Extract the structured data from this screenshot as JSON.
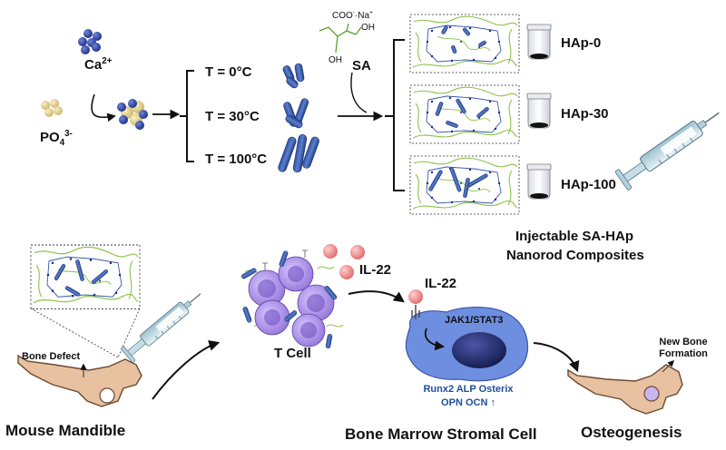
{
  "reagents": {
    "calcium": "Ca",
    "calcium_charge": "2+",
    "phosphate": "PO",
    "phosphate_sub": "4",
    "phosphate_charge": "3-",
    "sa_formula_top": "COO",
    "sa_formula_ion": "Na",
    "sa_oh1": "OH",
    "sa_oh2": "OH",
    "sa_label": "SA"
  },
  "temperatures": [
    "T = 0°C",
    "T = 30°C",
    "T = 100°C"
  ],
  "composites": [
    "HAp-0",
    "HAp-30",
    "HAp-100"
  ],
  "composite_caption": [
    "Injectable SA-HAp",
    "Nanorod Composites"
  ],
  "bottom": {
    "bone_defect": "Bone Defect",
    "mouse_mandible": "Mouse Mandible",
    "t_cell": "T Cell",
    "il22_a": "IL-22",
    "il22_b": "IL-22",
    "jak_stat": "JAK1/STAT3",
    "markers": [
      "Runx2 ALP Osterix",
      "OPN OCN"
    ],
    "bmsc": "Bone Marrow Stromal Cell",
    "new_bone": [
      "New Bone",
      "Formation"
    ],
    "osteogenesis": "Osteogenesis"
  },
  "colors": {
    "rod": "#3a5aa8",
    "rod_dark": "#1d3474",
    "fiber": "#8bc34a",
    "bone": "#e8c2a0",
    "bone_edge": "#6b4a33",
    "cell": "#6e8fe0",
    "nucleus": "#27306a",
    "tcell": "#a98ce0",
    "cytokine": "#f08d8d",
    "syringe": "#9fc7d6"
  }
}
